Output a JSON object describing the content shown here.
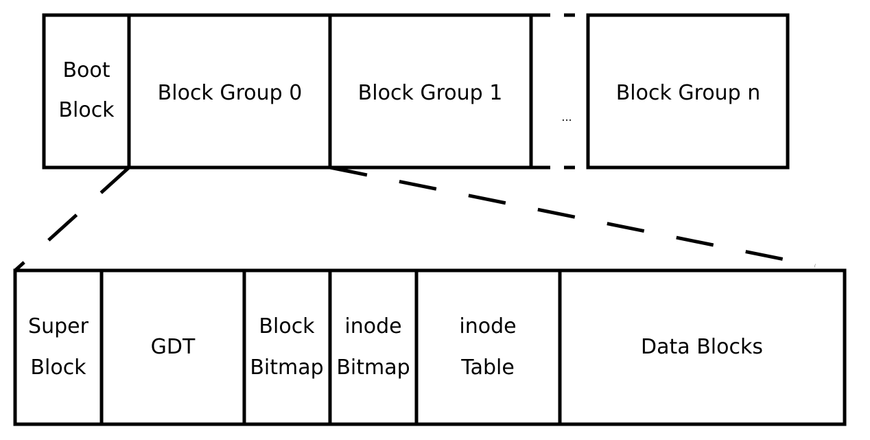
{
  "top_row": {
    "cells": [
      {
        "lines": [
          "Boot",
          "Block"
        ]
      },
      {
        "lines": [
          "Block Group 0"
        ]
      },
      {
        "lines": [
          "Block Group 1"
        ]
      },
      {
        "lines": [
          "..."
        ]
      },
      {
        "lines": [
          "Block Group n"
        ]
      }
    ]
  },
  "bottom_row": {
    "cells": [
      {
        "lines": [
          "Super",
          "Block"
        ]
      },
      {
        "lines": [
          "GDT"
        ]
      },
      {
        "lines": [
          "Block",
          "Bitmap"
        ]
      },
      {
        "lines": [
          "inode",
          "Bitmap"
        ]
      },
      {
        "lines": [
          "inode",
          "Table"
        ]
      },
      {
        "lines": [
          "Data Blocks"
        ]
      }
    ]
  },
  "colors": {
    "stroke": "#000000",
    "background": "#ffffff",
    "text": "#000000"
  }
}
